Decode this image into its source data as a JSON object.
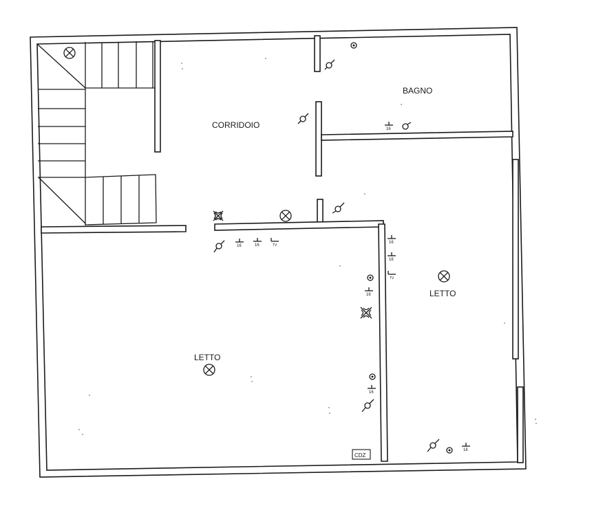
{
  "rooms": {
    "corridor": "CORRIDOIO",
    "bathroom": "BAGNO",
    "bedroom_left": "LETTO",
    "bedroom_right": "LETTO"
  },
  "socket_labels": {
    "power": "16",
    "tv": "TV"
  },
  "panel_label": "CDZ",
  "colors": {
    "ink": "#1a1a1a",
    "paper": "#ffffff"
  },
  "icons": [
    "ceiling-light-icon",
    "wall-light-icon",
    "switch-icon",
    "power-socket-icon",
    "tv-socket-icon",
    "pull-cord-icon"
  ]
}
